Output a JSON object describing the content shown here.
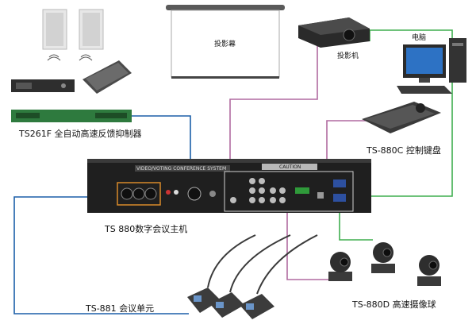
{
  "labels": {
    "screen": "投影幕",
    "projector": "投影机",
    "computer": "电脑",
    "feedback_suppressor": "TS261F 全自动高速反馈抑制器",
    "control_keyboard": "TS-880C 控制键盘",
    "host": "TS 880数字会议主机",
    "conference_unit": "TS-881 会议单元",
    "camera": "TS-880D 高速摄像球",
    "panel_caution": "CAUTION",
    "panel_header": "VIDEO/VOTING CONFERENCE SYSTEM"
  },
  "colors": {
    "audio_line": "#1b5fa8",
    "video_line": "#b06aa0",
    "control_line": "#3fae4f",
    "highlight_box": "#d98a2a"
  }
}
